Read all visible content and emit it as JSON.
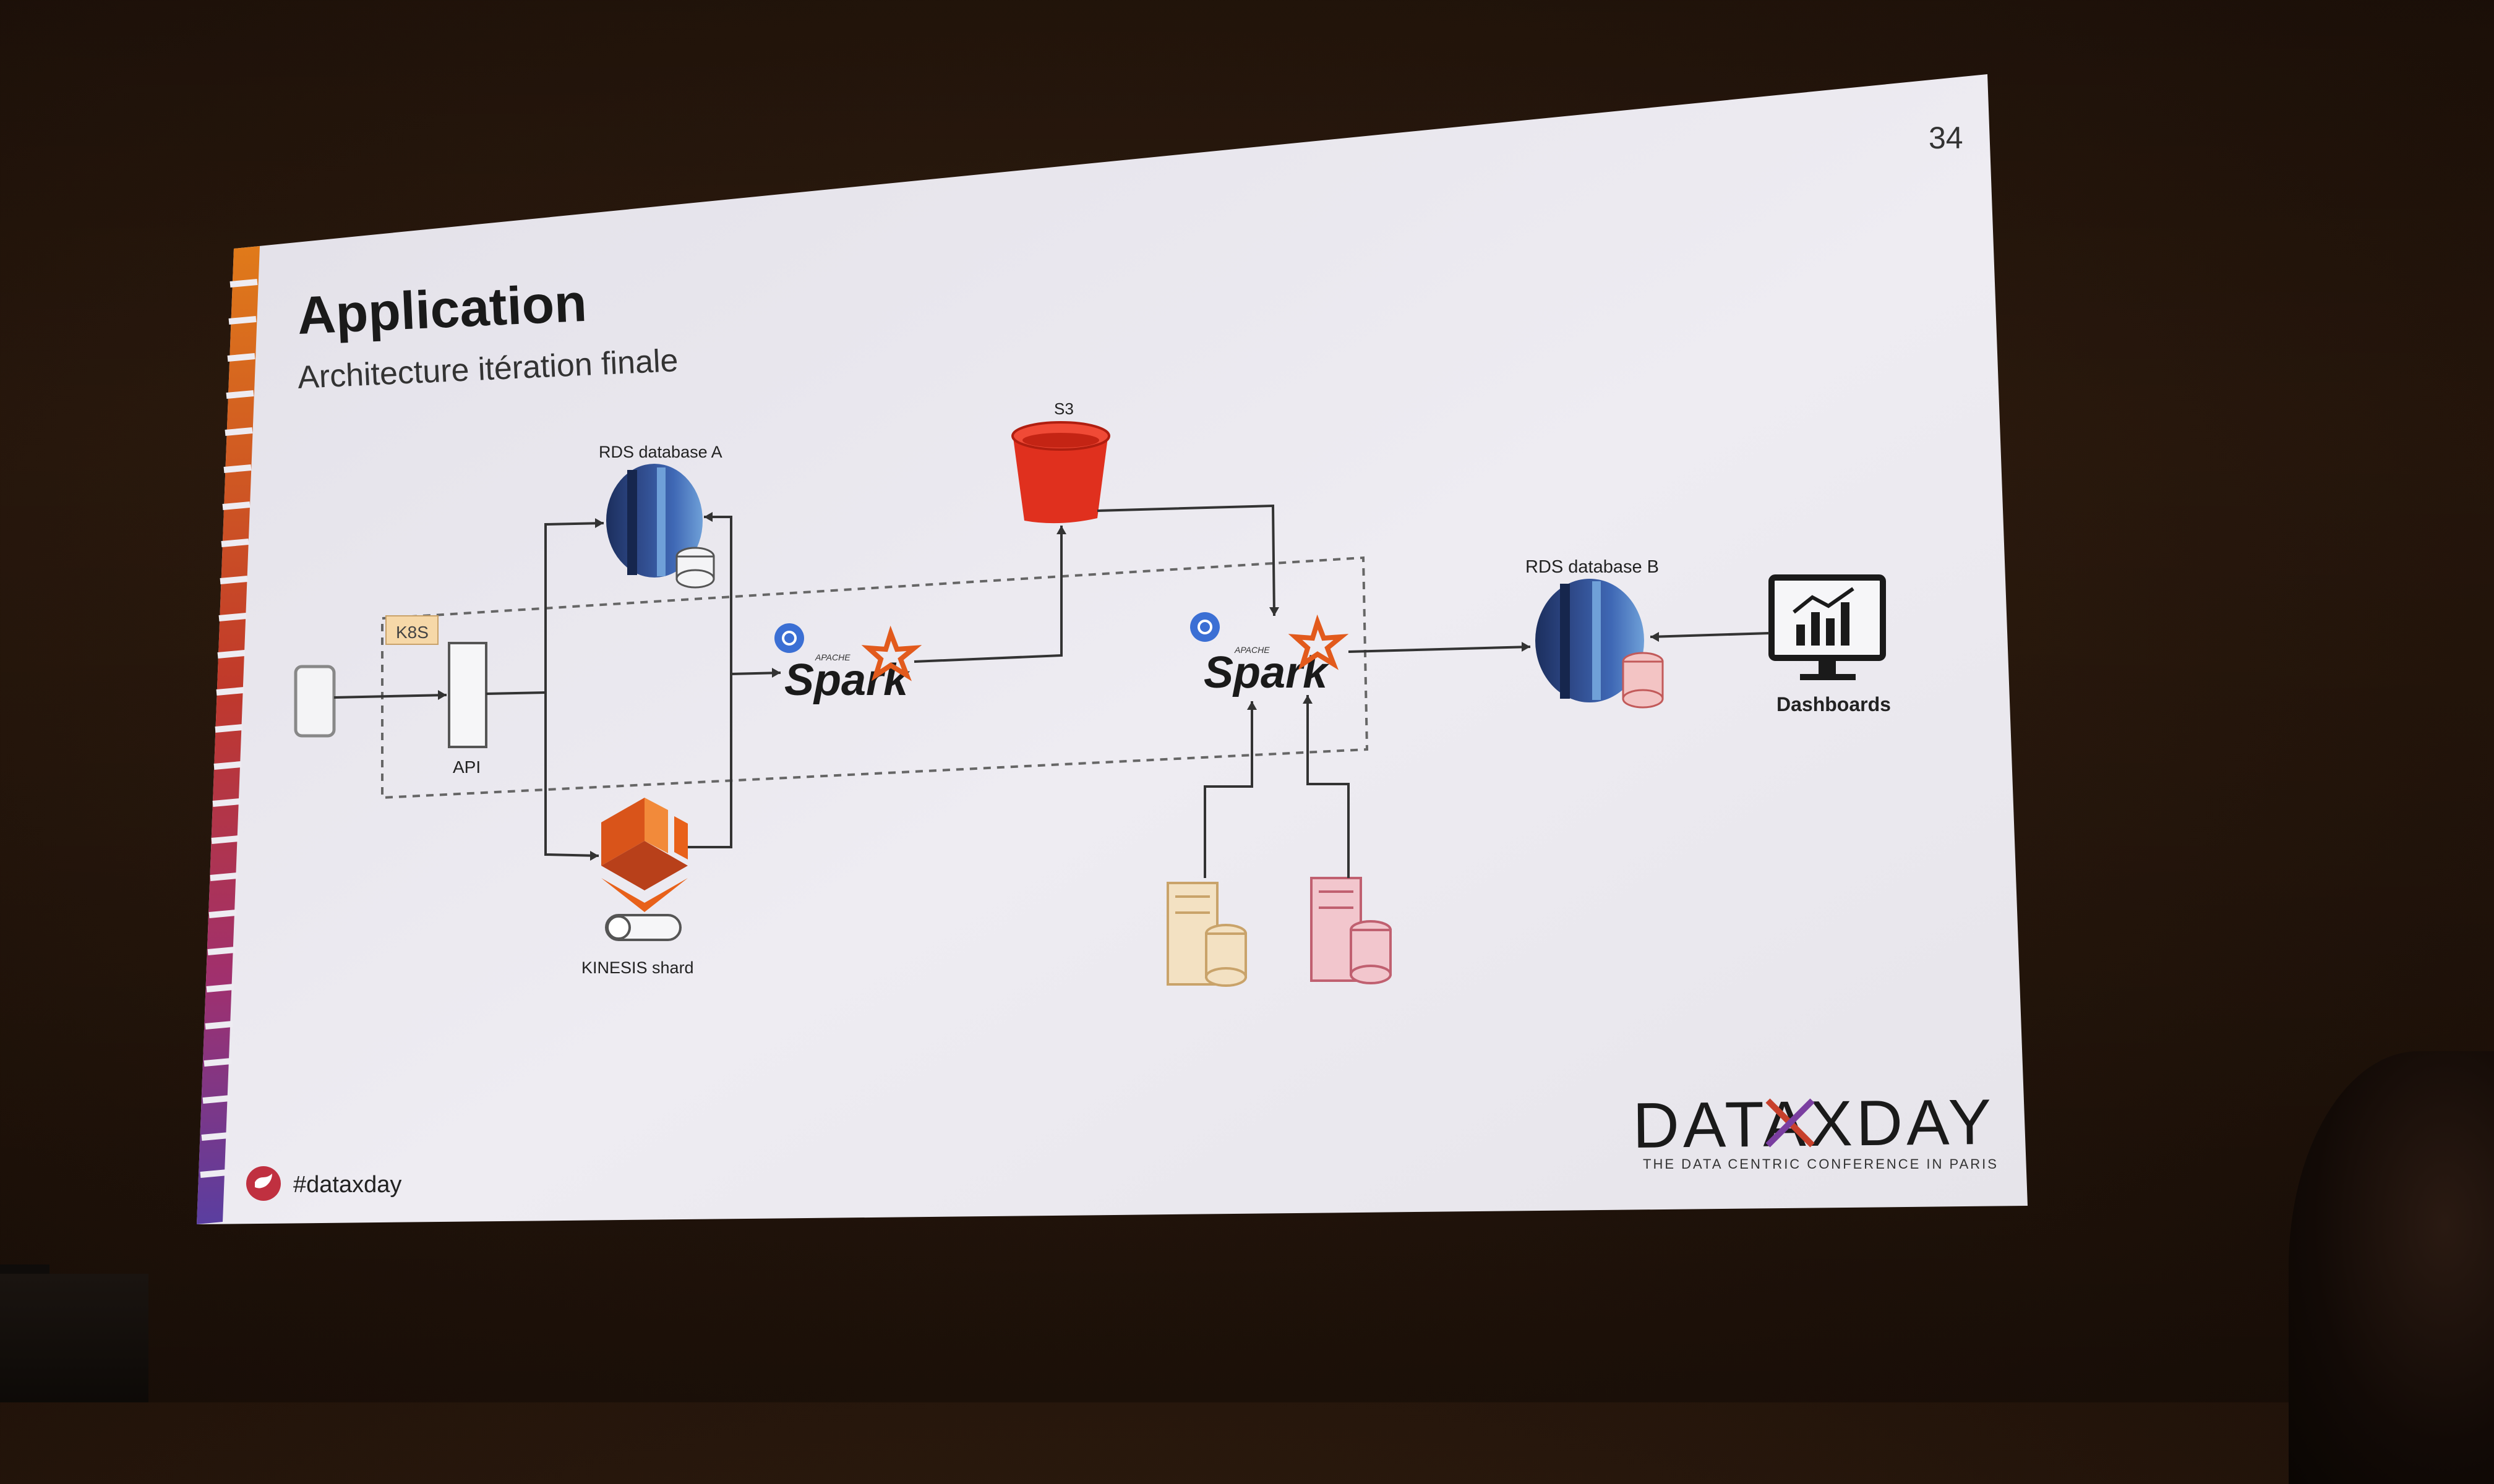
{
  "slide": {
    "page_number": "34",
    "title": "Application",
    "subtitle": "Architecture itération finale",
    "hashtag": "#dataxday"
  },
  "diagram": {
    "k8s_label": "K8S",
    "api_label": "API",
    "rds_a_label": "RDS database A",
    "kinesis_label": "KINESIS shard",
    "s3_label": "S3",
    "spark_apache_label": "APACHE",
    "spark_label": "Spark",
    "rds_b_label": "RDS database B",
    "dashboards_label": "Dashboards"
  },
  "brand": {
    "logo_text": "DATAXDAY",
    "tagline": "THE DATA CENTRIC CONFERENCE IN PARIS"
  },
  "colors": {
    "slide_bg": "#e9e7ee",
    "rds_blue": "#2f4a8a",
    "s3_red": "#e0301e",
    "kinesis_orange": "#e8611a",
    "spark_orange": "#e25a1c",
    "k8s_blue": "#3b6fd4",
    "twitter_badge": "#c03040"
  },
  "icons": [
    "phone-icon",
    "rds-database-icon",
    "kinesis-icon",
    "s3-bucket-icon",
    "kubernetes-icon",
    "spark-star-icon",
    "server-database-icon",
    "dashboard-monitor-icon",
    "twitter-icon"
  ]
}
